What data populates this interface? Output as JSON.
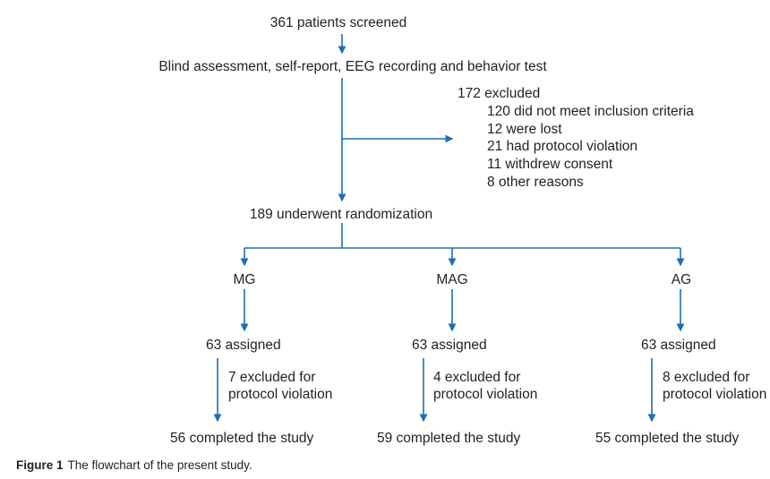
{
  "colors": {
    "arrow": "#1f6db2",
    "text": "#231f20",
    "background": "#ffffff"
  },
  "flow": {
    "screened": "361 patients screened",
    "assessment": "Blind assessment, self-report, EEG recording and behavior test",
    "exclusion": {
      "header": "172 excluded",
      "items": [
        "120 did not meet inclusion criteria",
        "12 were lost",
        "21 had protocol violation",
        "11 withdrew consent",
        "8 other reasons"
      ]
    },
    "randomized": "189 underwent randomization",
    "groups": [
      {
        "name": "MG",
        "assigned": "63 assigned",
        "dropout_lines": [
          "7 excluded for",
          "protocol violation"
        ],
        "completed": "56 completed the study"
      },
      {
        "name": "MAG",
        "assigned": "63 assigned",
        "dropout_lines": [
          "4 excluded for",
          "protocol violation"
        ],
        "completed": "59 completed the study"
      },
      {
        "name": "AG",
        "assigned": "63 assigned",
        "dropout_lines": [
          "8 excluded for",
          "protocol violation"
        ],
        "completed": "55 completed the study"
      }
    ]
  },
  "caption": {
    "label": "Figure 1",
    "text": "The flowchart of the present study."
  }
}
